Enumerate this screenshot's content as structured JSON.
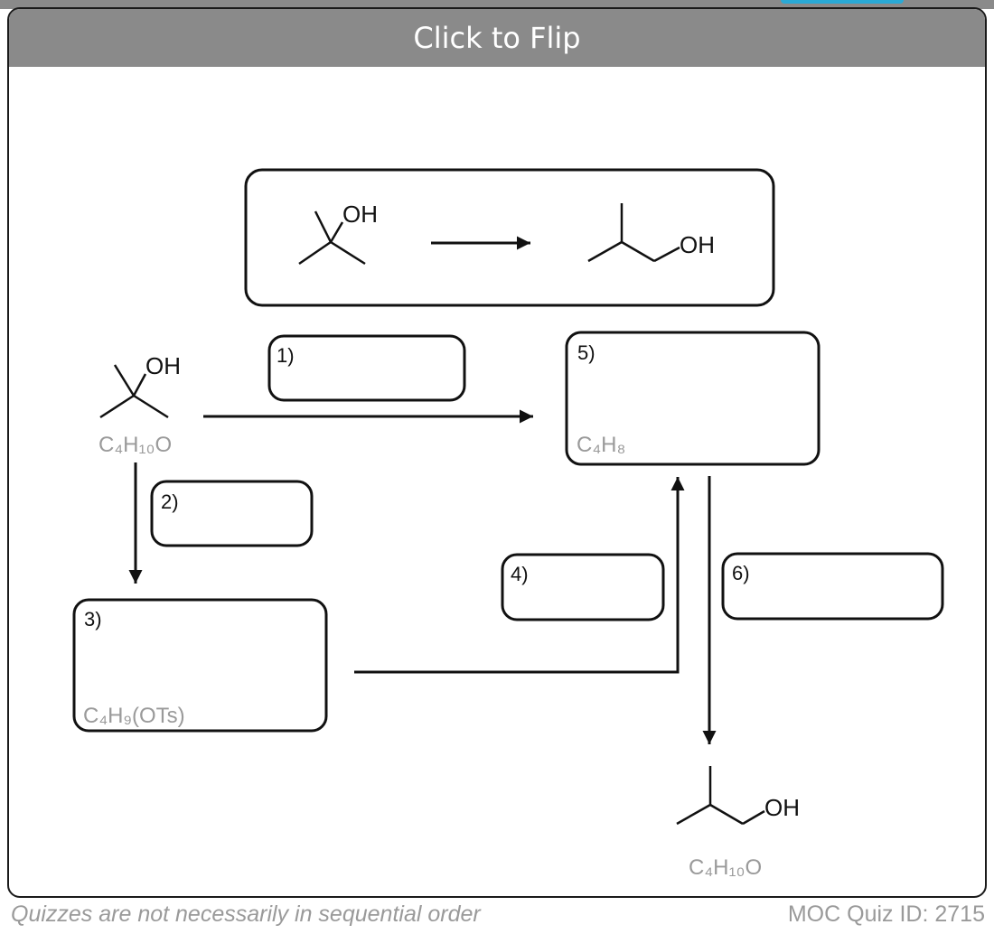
{
  "header": {
    "flip_label": "Click to Flip"
  },
  "reaction": {
    "reactant_label": "OH",
    "product_label": "OH"
  },
  "boxes": [
    {
      "number": "1)",
      "formula": ""
    },
    {
      "number": "2)",
      "formula": ""
    },
    {
      "number": "3)",
      "formula": "C₄H₉(OTs)"
    },
    {
      "number": "4)",
      "formula": ""
    },
    {
      "number": "5)",
      "formula": "C₄H₈"
    },
    {
      "number": "6)",
      "formula": ""
    }
  ],
  "start_molecule": {
    "label": "OH",
    "formula": "C₄H₁₀O"
  },
  "end_molecule": {
    "label": "OH",
    "formula": "C₄H₁₀O"
  },
  "footer": {
    "note": "Quizzes are not necessarily in sequential order",
    "quiz_id": "MOC Quiz ID: 2715"
  },
  "colors": {
    "header_bg": "#8a8a8a",
    "formula_gray": "#9a9a9a",
    "ink": "#111111"
  }
}
